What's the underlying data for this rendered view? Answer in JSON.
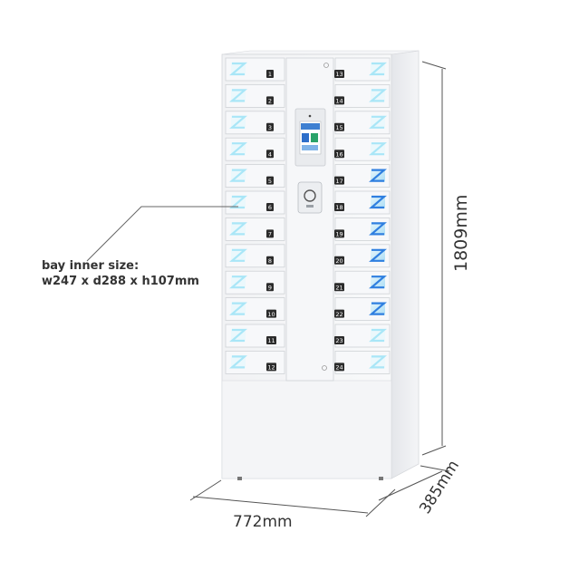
{
  "annotation": {
    "bay_line1": "bay inner size:",
    "bay_line2": "w247 x d288 x h107mm"
  },
  "dimensions": {
    "height": "1809mm",
    "width": "772mm",
    "depth": "385mm"
  },
  "lockers": {
    "left_numbers": [
      "1",
      "2",
      "3",
      "4",
      "5",
      "6",
      "7",
      "8",
      "9",
      "10",
      "11",
      "12"
    ],
    "right_numbers": [
      "13",
      "14",
      "15",
      "16",
      "17",
      "18",
      "19",
      "20",
      "21",
      "22",
      "23",
      "24"
    ]
  },
  "colors": {
    "cabinet": "#f2f3f5",
    "door": "#f7f8fa",
    "accent_blue": "#2f7fe0",
    "light_cyan": "#a9e6f7",
    "dim_line": "#555555"
  }
}
